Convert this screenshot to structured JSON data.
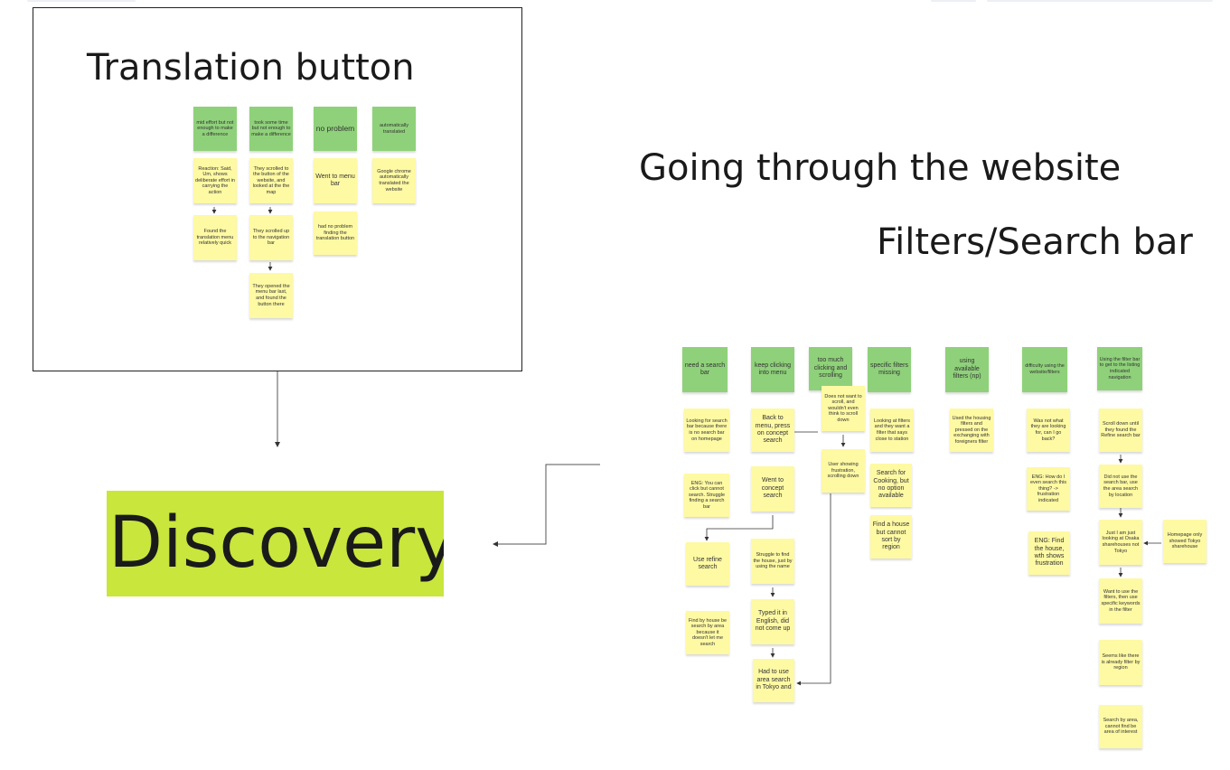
{
  "titles": {
    "translation": "Translation button",
    "going_through": "Going through the website",
    "filters": "Filters/Search bar",
    "discovery": "Discovery"
  },
  "translation_section": {
    "headers": [
      "mid effort but not enough to make a difference",
      "took some time but not enough to make a difference",
      "no problem",
      "automatically translated"
    ],
    "col1": [
      "Reaction: Said, Um, shows deliberate effort in carrying the action",
      "Found the translation menu relatively quick"
    ],
    "col2": [
      "They scrolled to the button of the website, and looked at the the map",
      "They scrolled up to the navigation bar",
      "They opened the menu bar last, and found the button there"
    ],
    "col3": [
      "Went to menu bar",
      "had no problem finding the translation button"
    ],
    "col4": [
      "Google chrome automatically translated the website"
    ]
  },
  "filters_section": {
    "headers": [
      "need a search bar",
      "keep clicking into menu",
      "too much clicking and scrolling",
      "specific filters missing",
      "using available filters (np)",
      "difficulty using the website/filters",
      "Using the filter bar to get to the listing indicated navigation"
    ],
    "col1": [
      "Looking for search bar because there is no search bar on homepage",
      "ENG: You can click but cannot search. Struggle finding a search bar"
    ],
    "col2": [
      "Back to menu, press on concept search",
      "Went to concept search",
      "Struggle to find the house, just by using the name",
      "Typed it in English, did not come up",
      "Had to use area search in Tokyo and"
    ],
    "col3": [
      "Does not want to scroll, and wouldn't even think to scroll down",
      "User showing frustration, scrolling down"
    ],
    "col4": [
      "Looking at filters and they want a filter that says close to station",
      "Search for Cooking, but no option available",
      "Find a house but cannot sort by region"
    ],
    "col5": [
      "Used the housing filters and pressed on the exchanging with foreigners filter"
    ],
    "col6": [
      "Was not what they are looking for, can I go back?",
      "ENG: How do I even search this thing? -> frustration indicated",
      "ENG: Find the house, wth shows frustration"
    ],
    "col7": [
      "Scroll down until they found the Refine search bar",
      "Did not use the search bar, use the area search by location",
      "Just I am just looking at Osaka sharehouses not Tokyo",
      "Want to use the filters, then use specific keywords in the filter",
      "Seems like there is already filter by region",
      "Search by area, cannot find be area of interest"
    ],
    "side": "Homepage only showed Tokyo sharehouse",
    "refine": "Use refine search",
    "find_house": "Find by house be search by area because it doesn't let me search"
  },
  "colors": {
    "sticky_yellow": "#fef9a3",
    "sticky_green": "#8fd17a",
    "discovery_bg": "#c8e63c"
  }
}
